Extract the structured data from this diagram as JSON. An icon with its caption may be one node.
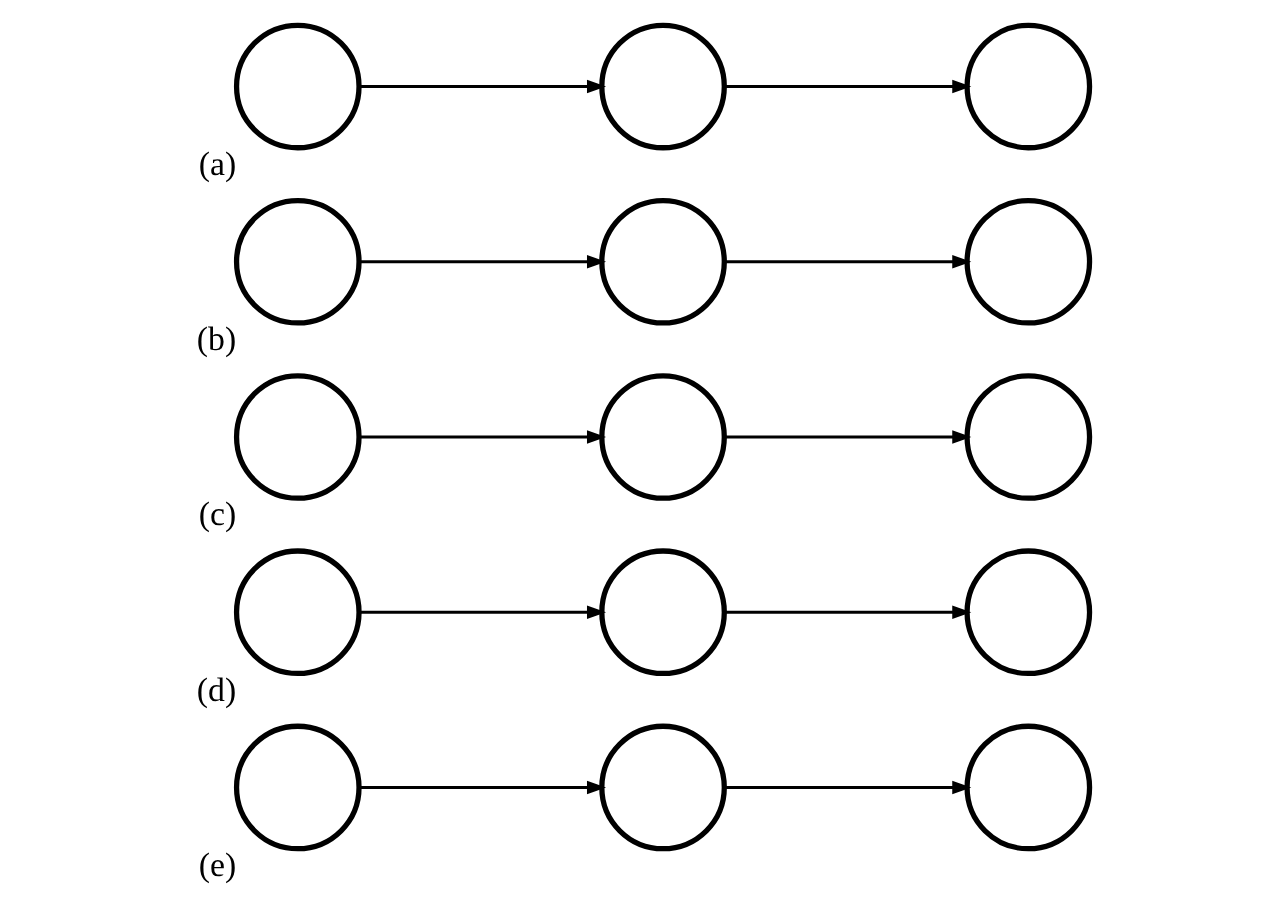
{
  "diagram": {
    "nodes": [
      {
        "text": [],
        "shape": "circle",
        "beside": [
          "(a)"
        ]
      },
      {
        "text": [],
        "shape": "circle"
      },
      {
        "text": [],
        "shape": "circle"
      },
      {
        "text": [],
        "shape": "circle",
        "beside": [
          "(b)"
        ]
      },
      {
        "text": [],
        "shape": "circle"
      },
      {
        "text": [],
        "shape": "circle"
      },
      {
        "text": [],
        "shape": "circle",
        "beside": [
          "(c)"
        ]
      },
      {
        "text": [],
        "shape": "circle"
      },
      {
        "text": [],
        "shape": "circle"
      },
      {
        "text": [],
        "shape": "circle",
        "beside": [
          "(d)"
        ]
      },
      {
        "text": [],
        "shape": "circle"
      },
      {
        "text": [],
        "shape": "circle"
      },
      {
        "text": [],
        "shape": "circle",
        "beside": [
          "(e)"
        ]
      },
      {
        "text": [],
        "shape": "circle"
      },
      {
        "text": [],
        "shape": "circle"
      }
    ],
    "edges": [
      {
        "from": 0,
        "to": 1,
        "arrow": "to"
      },
      {
        "from": 1,
        "to": 2,
        "arrow": "to"
      },
      {
        "from": 3,
        "to": 4,
        "arrow": "to"
      },
      {
        "from": 4,
        "to": 5,
        "arrow": "to"
      },
      {
        "from": 6,
        "to": 7,
        "arrow": "to"
      },
      {
        "from": 7,
        "to": 8,
        "arrow": "to"
      },
      {
        "from": 9,
        "to": 10,
        "arrow": "to"
      },
      {
        "from": 10,
        "to": 11,
        "arrow": "to"
      },
      {
        "from": 12,
        "to": 13,
        "arrow": "to"
      },
      {
        "from": 13,
        "to": 14,
        "arrow": "to"
      }
    ]
  }
}
